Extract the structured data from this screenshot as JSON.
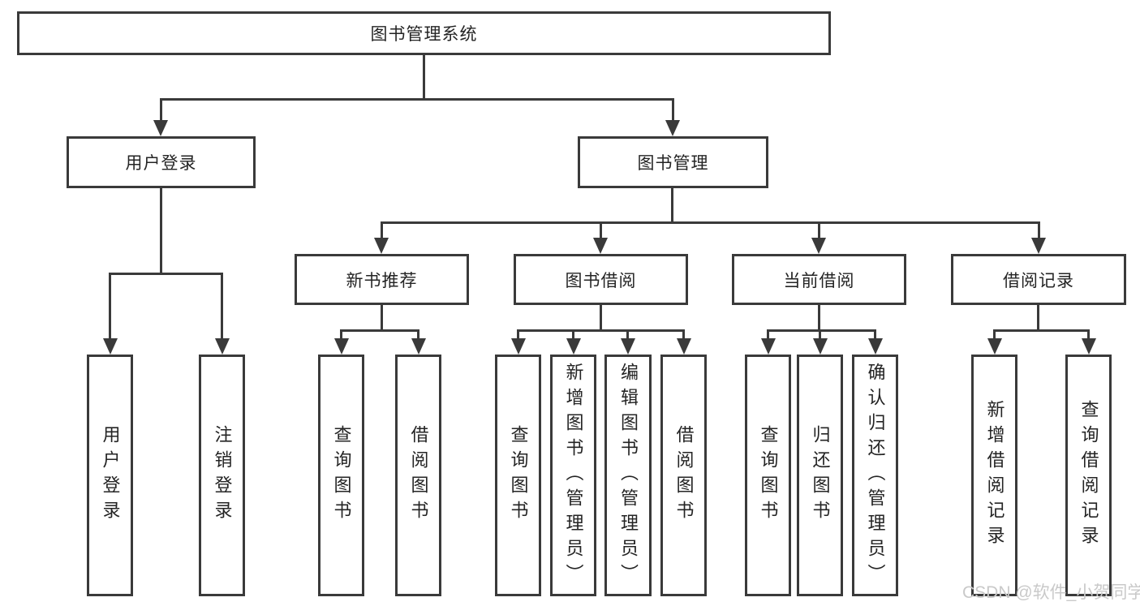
{
  "diagram": {
    "title_note": "functional structure chart",
    "root": {
      "label": "图书管理系统"
    },
    "level2": [
      {
        "label": "用户登录"
      },
      {
        "label": "图书管理"
      }
    ],
    "level3": [
      {
        "label": "新书推荐"
      },
      {
        "label": "图书借阅"
      },
      {
        "label": "当前借阅"
      },
      {
        "label": "借阅记录"
      }
    ],
    "leaves": {
      "user_login": [
        "用户登录",
        "注销登录"
      ],
      "new_book": [
        "查询图书",
        "借阅图书"
      ],
      "book_borrow": [
        "查询图书",
        "新增图书（管理员）",
        "编辑图书（管理员）",
        "借阅图书"
      ],
      "current_borrow": [
        "查询图书",
        "归还图书",
        "确认归还（管理员）"
      ],
      "borrow_record": [
        "新增借阅记录",
        "查询借阅记录"
      ]
    },
    "watermark": {
      "text": "CSDN @软件_小贺同学"
    },
    "colors": {
      "line": "#3a3a3a",
      "text": "#242424",
      "background": "#ffffff",
      "watermark": "#c9c9c9"
    }
  }
}
